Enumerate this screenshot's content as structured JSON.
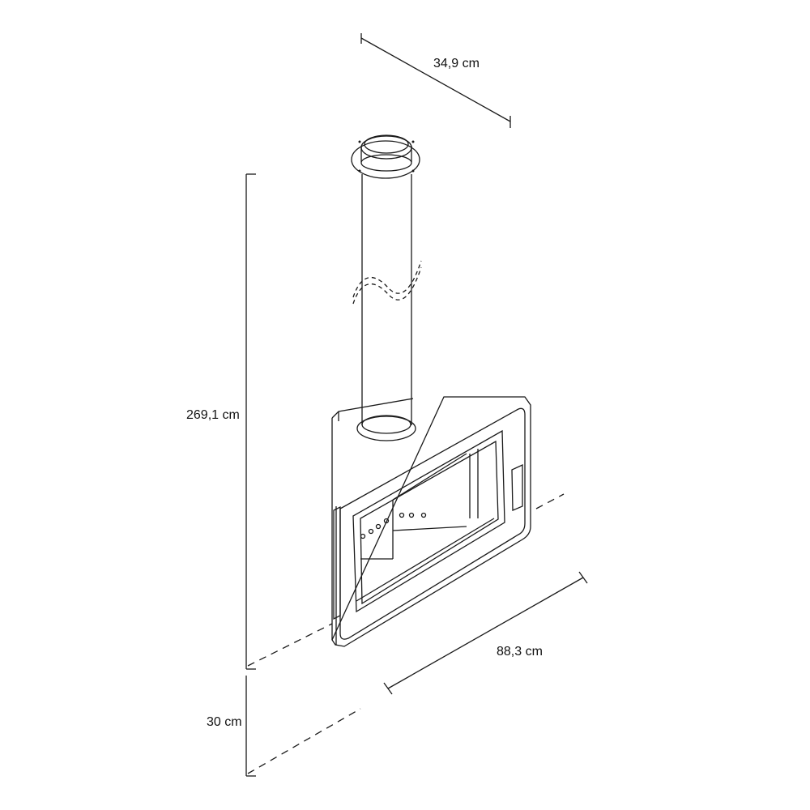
{
  "dimensions": {
    "depth": "34,9 cm",
    "height": "269,1 cm",
    "width": "88,3 cm",
    "clearance": "30 cm"
  },
  "colors": {
    "line": "#1a1a1a",
    "background": "#ffffff"
  }
}
